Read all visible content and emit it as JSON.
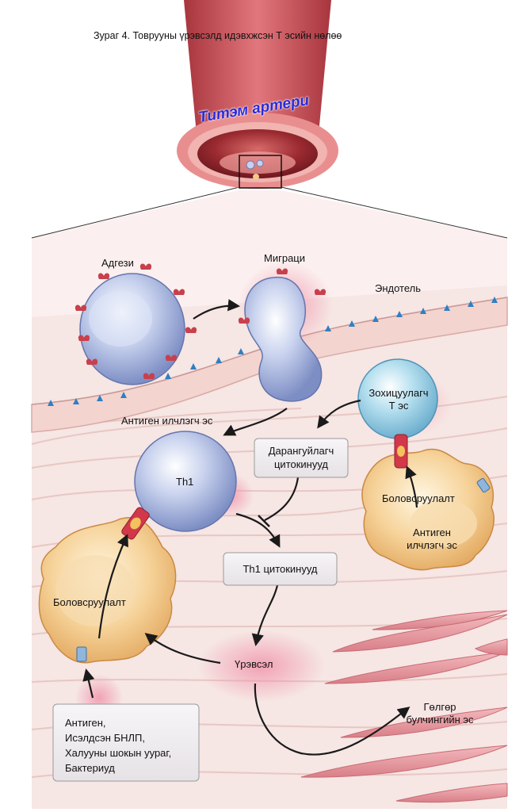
{
  "title": "Зураг 4. Товрууны үрэвсэлд идэвхжсэн Т эсийн нөлөө",
  "artery_label": "Титэм артери",
  "labels": {
    "adhesion": "Адгези",
    "migration": "Миграци",
    "endothelium": "Эндотель",
    "regulatory_t_line1": "Зохицуулагч",
    "regulatory_t_line2": "Т эс",
    "apc_top": "Антиген илчлэгч эс",
    "th1": "Th1",
    "maturation_left": "Боловсруулалт",
    "maturation_right": "Боловсруулалт",
    "apc_right_line1": "Антиген",
    "apc_right_line2": "илчлэгч эс",
    "inflammation": "Үрэвсэл",
    "smooth_muscle_line1": "Гөлгөр",
    "smooth_muscle_line2": "булчингийн эс"
  },
  "boxes": {
    "suppressive_line1": "Дарангуйлагч",
    "suppressive_line2": "цитокинууд",
    "th1_cytokines": "Th1 цитокинууд",
    "antigens": [
      "Антиген,",
      "Исэлдсэн БНЛП,",
      "Халууны шокын уураг,",
      "Бактериуд"
    ]
  },
  "colors": {
    "tissue": "#f6e6e4",
    "fiber": "#e7c8c4",
    "endothelium": "#f3d9d4",
    "artery_outer": "#c9575c",
    "artery_lumen": "#8a1f28",
    "t_cell": "#b9c6e6",
    "treg": "#a9d9ea",
    "apc": "#f2c98a",
    "receptor": "#c8404c",
    "endothelial_marker": "#2f7fc4",
    "smooth_muscle": "#e8a0a6",
    "glow": "#f2a3b3"
  }
}
